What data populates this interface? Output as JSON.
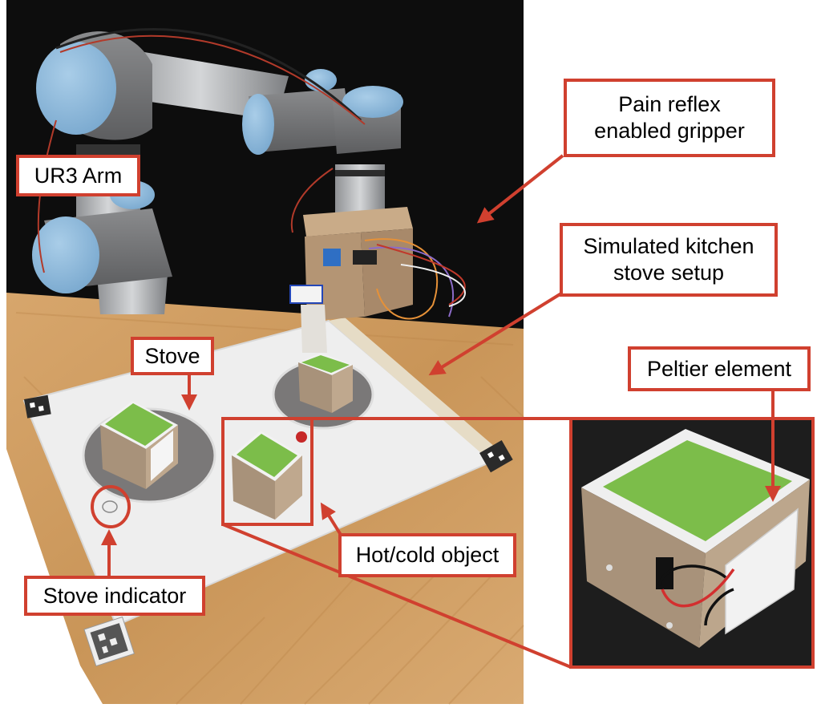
{
  "figure": {
    "description": "Robot arm pain-reflex gripper experimental setup with simulated kitchen stove",
    "accent_color": "#d0402f",
    "object_top_color": "#7cbd4a"
  },
  "labels": {
    "ur3_arm": "UR3 Arm",
    "gripper": "Pain reflex\nenabled gripper",
    "kitchen_setup": "Simulated kitchen\nstove setup",
    "stove": "Stove",
    "peltier": "Peltier element",
    "hot_cold_object": "Hot/cold object",
    "stove_indicator": "Stove indicator"
  }
}
